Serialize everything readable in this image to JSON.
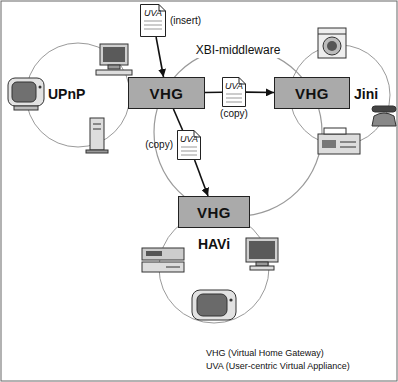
{
  "diagram": {
    "nodes": [
      {
        "text": [
          "UVA",
          "(insert)"
        ]
      },
      {
        "text": [
          "VHG"
        ]
      },
      {
        "text": [
          "UVA",
          "(copy)"
        ]
      },
      {
        "text": [
          "VHG"
        ]
      },
      {
        "text": [
          "UVA",
          "(copy)"
        ]
      },
      {
        "text": [
          "VHG"
        ]
      }
    ],
    "edges": [
      {
        "from": 0,
        "to": 1,
        "arrow": "to"
      },
      {
        "from": 1,
        "to": 2,
        "arrow": "none"
      },
      {
        "from": 2,
        "to": 3,
        "arrow": "to"
      },
      {
        "from": 1,
        "to": 4,
        "arrow": "none"
      },
      {
        "from": 4,
        "to": 5,
        "arrow": "to"
      }
    ],
    "labels": [
      "XBI-middleware",
      "UPnP",
      "Jini",
      "HAVi",
      "VHG (Virtual Home Gateway)",
      "UVA (User-centric Virtual Appliance)"
    ]
  }
}
